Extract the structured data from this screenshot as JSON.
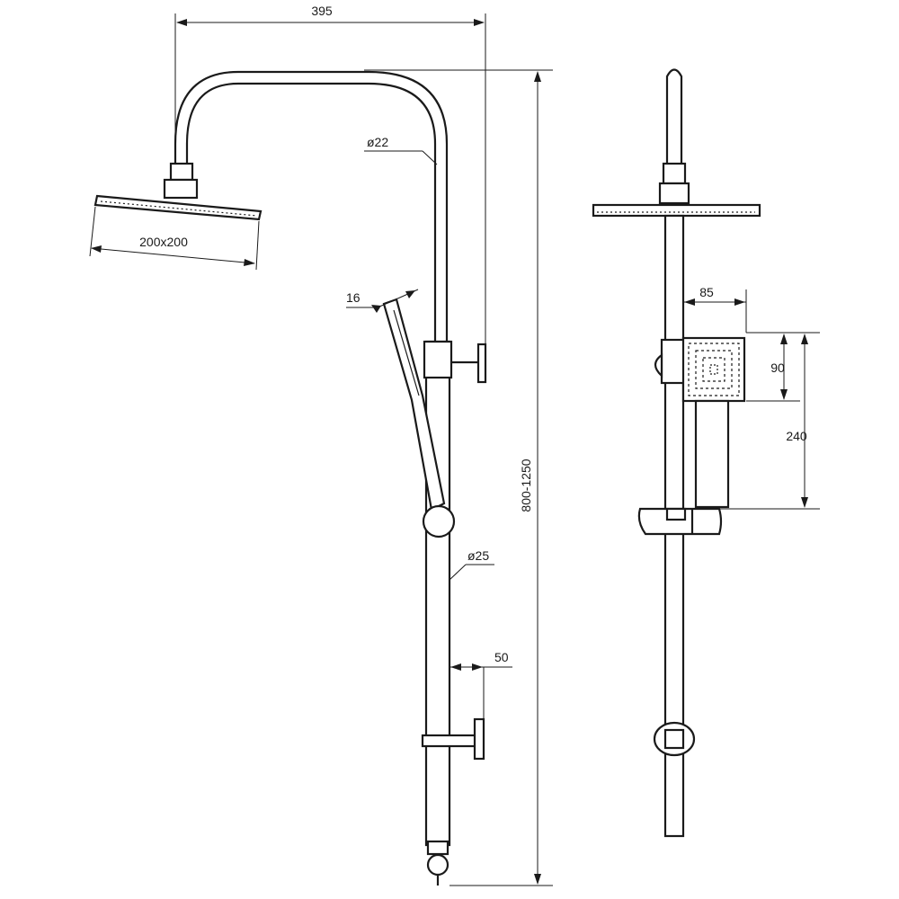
{
  "drawing": {
    "labels": {
      "arm_projection": "395",
      "head_size": "200x200",
      "arm_diameter": "ø22",
      "hand_shower_diameter": "16",
      "column_height": "800-1250",
      "rail_diameter": "ø25",
      "outlet_offset": "50",
      "hand_head_width": "85",
      "hand_head_height": "90",
      "hand_shower_length": "240"
    }
  }
}
